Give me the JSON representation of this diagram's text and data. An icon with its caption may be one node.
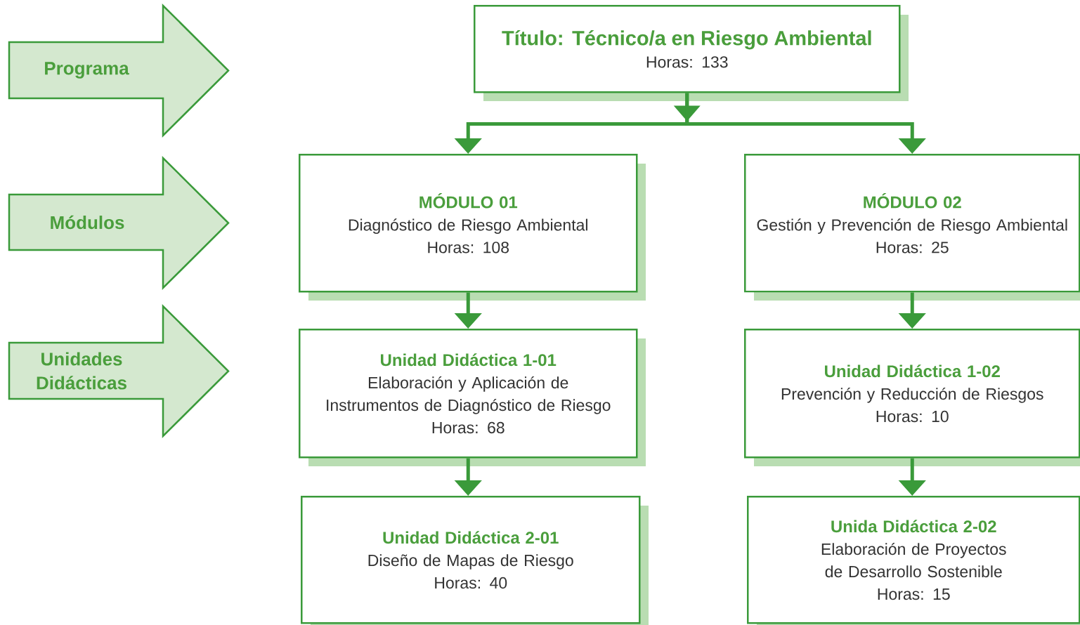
{
  "diagram": {
    "nodes": [
      {
        "text": [
          "Programa"
        ]
      },
      {
        "text": [
          "Módulos"
        ]
      },
      {
        "text": [
          "Unidades Didácticas"
        ]
      },
      {
        "text": [
          "Título: Técnico/a en Riesgo Ambiental",
          "Horas: 133"
        ]
      },
      {
        "text": [
          "MÓDULO 01",
          "Diagnóstico de Riesgo Ambiental",
          "Horas: 108"
        ]
      },
      {
        "text": [
          "MÓDULO 02",
          "Gestión y Prevención de Riesgo Ambiental",
          "Horas: 25"
        ]
      },
      {
        "text": [
          "Unidad Didáctica 1-01",
          "Elaboración y Aplicación de Instrumentos de Diagnóstico de Riesgo",
          "Horas: 68"
        ]
      },
      {
        "text": [
          "Unidad Didáctica 1-02",
          "Prevención y Reducción de Riesgos",
          "Horas: 10"
        ]
      },
      {
        "text": [
          "Unidad Didáctica 2-01",
          "Diseño de Mapas de Riesgo",
          "Horas: 40"
        ]
      },
      {
        "text": [
          "Unida Didáctica 2-02",
          "Elaboración de Proyectos de Desarrollo Sostenible",
          "Horas: 15"
        ]
      }
    ],
    "edges": [
      {
        "from": 3,
        "to": 4,
        "arrow": "to"
      },
      {
        "from": 3,
        "to": 5,
        "arrow": "to"
      },
      {
        "from": 4,
        "to": 6,
        "arrow": "to"
      },
      {
        "from": 6,
        "to": 8,
        "arrow": "to"
      },
      {
        "from": 5,
        "to": 7,
        "arrow": "to"
      },
      {
        "from": 7,
        "to": 9,
        "arrow": "to"
      }
    ]
  }
}
